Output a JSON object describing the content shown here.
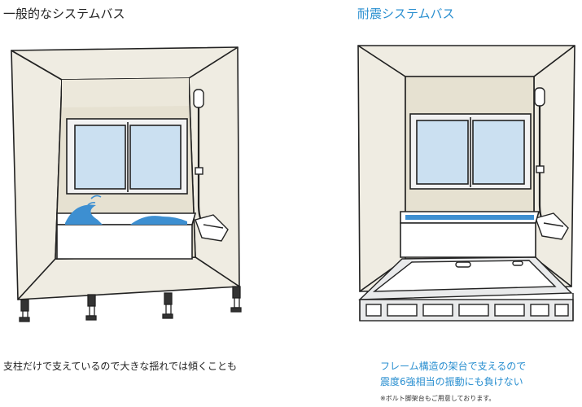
{
  "colors": {
    "wall_fill": "#efece2",
    "back_wall_fill": "#e6e1d1",
    "outline": "#222222",
    "glass": "#cbe0f1",
    "water": "#3d8fd1",
    "frame_fill": "#e9eaeb",
    "accent_text": "#2a8fd0"
  },
  "left": {
    "title": "一般的なシステムバス",
    "caption": "支柱だけで支えているので大きな揺れでは傾くことも"
  },
  "right": {
    "title": "耐震システムバス",
    "caption_line1": "フレーム構造の架台で支えるので",
    "caption_line2": "震度6強相当の振動にも負けない",
    "note": "※ボルト脚架台もご用意しております。"
  }
}
